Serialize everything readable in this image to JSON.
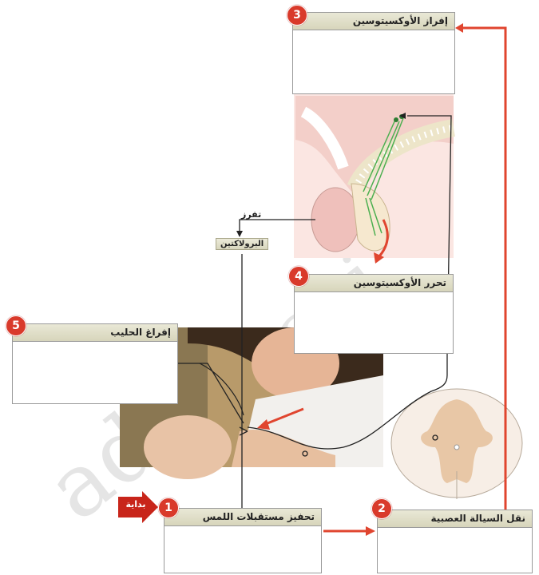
{
  "steps": [
    {
      "number": "1",
      "title": "تحفيز مستقبلات اللمس"
    },
    {
      "number": "2",
      "title": "نقل السيالة العصبية"
    },
    {
      "number": "3",
      "title": "إفراز الأوكسيتوسين"
    },
    {
      "number": "4",
      "title": "تحرر الأوكسيتوسين"
    },
    {
      "number": "5",
      "title": "إفراغ الحليب"
    }
  ],
  "labels": {
    "secretion": "تفرز",
    "prolactin": "البرولاكتين",
    "start": "بداية"
  },
  "colors": {
    "accent_red": "#e0452f",
    "badge_red": "#d93a2b",
    "header_beige": "#dedcc4",
    "tissue_pink": "#f0c8c2"
  }
}
